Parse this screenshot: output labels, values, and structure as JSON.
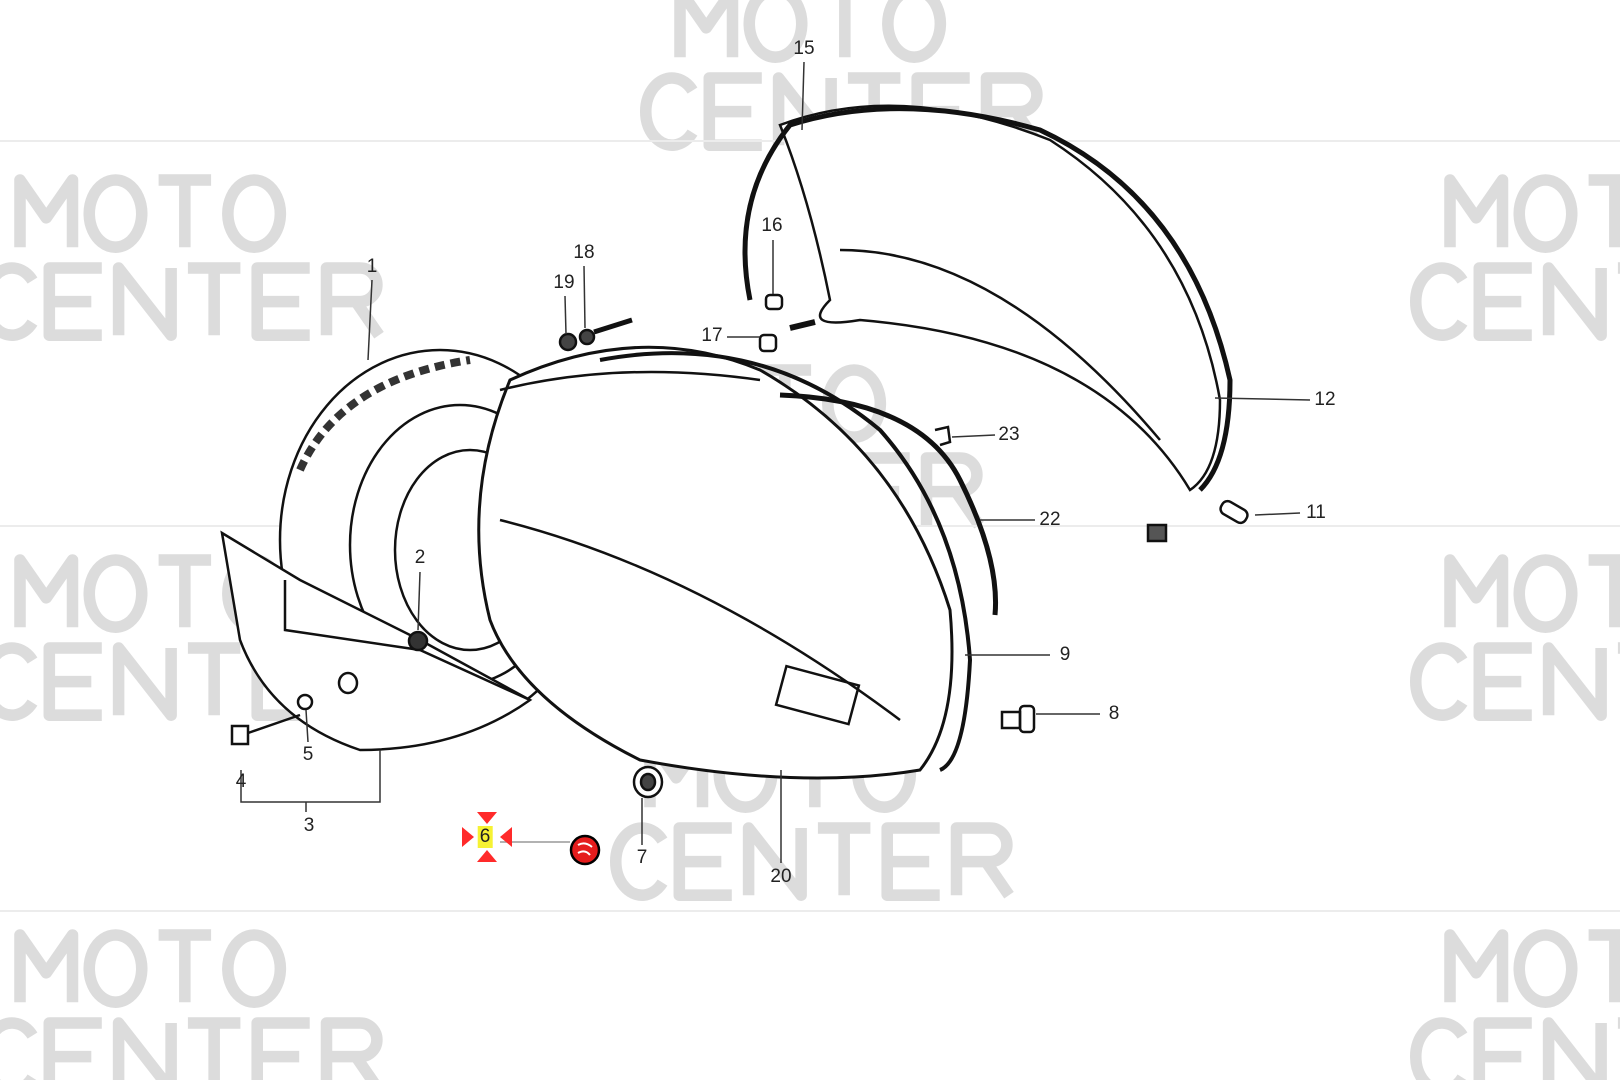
{
  "watermark": {
    "line1": "MOTO",
    "line2": "CENTER"
  },
  "diagram": {
    "type": "exploded-parts-diagram",
    "selected_part": "6",
    "highlight_color": "#ff2a2a",
    "label_highlight_color": "#f6f233",
    "parts": [
      {
        "id": "p1",
        "label": "1"
      },
      {
        "id": "p2",
        "label": "2"
      },
      {
        "id": "p3",
        "label": "3"
      },
      {
        "id": "p4",
        "label": "4"
      },
      {
        "id": "p5",
        "label": "5"
      },
      {
        "id": "p6",
        "label": "6"
      },
      {
        "id": "p7",
        "label": "7"
      },
      {
        "id": "p8",
        "label": "8"
      },
      {
        "id": "p9",
        "label": "9"
      },
      {
        "id": "p11",
        "label": "11"
      },
      {
        "id": "p12",
        "label": "12"
      },
      {
        "id": "p15",
        "label": "15"
      },
      {
        "id": "p16",
        "label": "16"
      },
      {
        "id": "p17",
        "label": "17"
      },
      {
        "id": "p18",
        "label": "18"
      },
      {
        "id": "p19",
        "label": "19"
      },
      {
        "id": "p20",
        "label": "20"
      },
      {
        "id": "p22",
        "label": "22"
      },
      {
        "id": "p23",
        "label": "23"
      }
    ]
  }
}
